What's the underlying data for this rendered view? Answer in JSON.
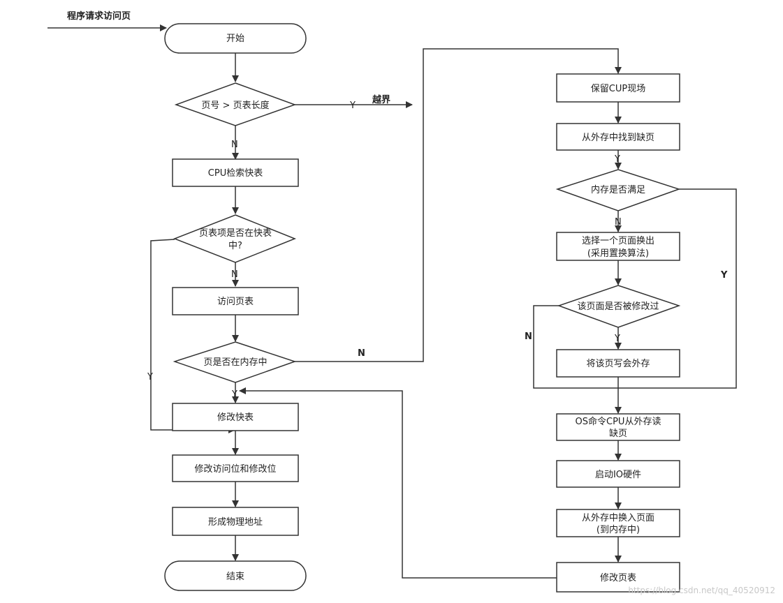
{
  "title_label": "程序请求访问页",
  "left": {
    "start": "开始",
    "page_vs_length": "页号 > 页表长度",
    "cpu_search_tlb": "CPU检索快表",
    "in_tlb_line1": "页表项是否在快表",
    "in_tlb_line2": "中?",
    "access_page_table": "访问页表",
    "in_memory": "页是否在内存中",
    "modify_tlb": "修改快表",
    "modify_bits": "修改访问位和修改位",
    "form_address": "形成物理地址",
    "end": "结束"
  },
  "right": {
    "save_cpu": "保留CUP现场",
    "find_page": "从外存中找到缺页",
    "memory_full": "内存是否满足",
    "select_page_line1": "选择一个页面换出",
    "select_page_line2": "(采用置换算法)",
    "modified": "该页面是否被修改过",
    "write_back": "将该页写会外存",
    "os_read_line1": "OS命令CPU从外存读",
    "os_read_line2": "缺页",
    "start_io": "启动IO硬件",
    "swap_in_line1": "从外存中换入页面",
    "swap_in_line2": "(到内存中)",
    "modify_page_table": "修改页表"
  },
  "edge_labels": {
    "y_overflow": "Y",
    "overflow": "越界",
    "n_length": "N",
    "n_tlb": "N",
    "y_tlb": "Y",
    "n_memory": "N",
    "y_memory": "Y",
    "y_find": "Y",
    "n_memory_full": "N",
    "y_memory_full": "Y",
    "n_modified": "N",
    "y_modified": "Y"
  },
  "watermark": "https://blog.csdn.net/qq_40520912"
}
